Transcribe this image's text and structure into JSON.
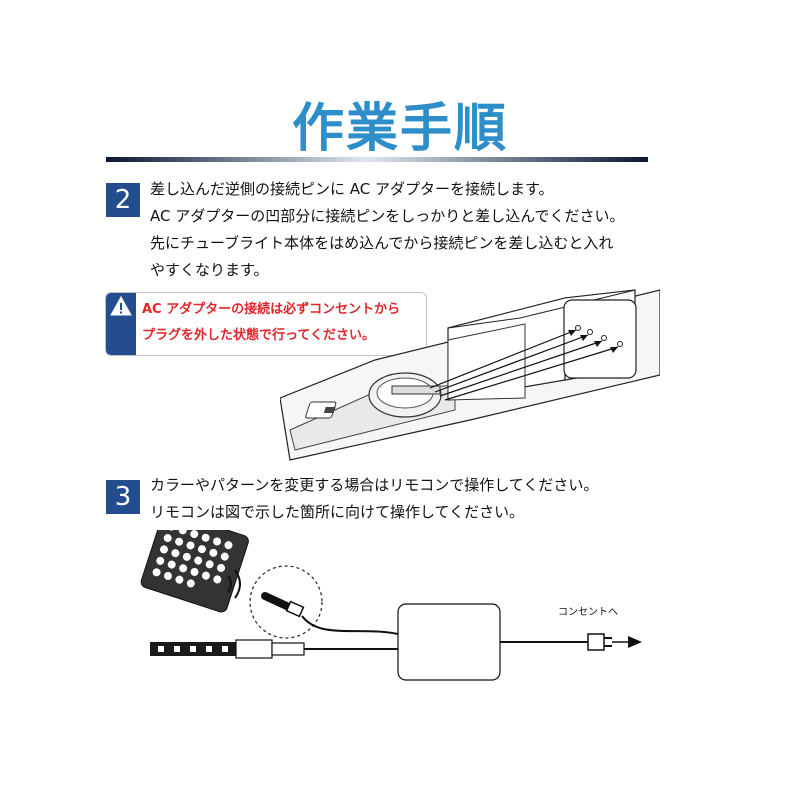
{
  "title": "作業手順",
  "step2": {
    "number": "2",
    "lines": [
      "差し込んだ逆側の接続ピンに AC アダプターを接続します。",
      "AC アダプターの凹部分に接続ピンをしっかりと差し込んでください。",
      "先にチューブライト本体をはめ込んでから接続ピンを差し込むと入れ",
      "やすくなります。"
    ]
  },
  "caution": {
    "icon": "warning-icon",
    "lines": [
      "AC アダプターの接続は必ずコンセントから",
      "プラグを外した状態で行ってください。"
    ]
  },
  "step3": {
    "number": "3",
    "lines": [
      "カラーやパターンを変更する場合はリモコンで操作してください。",
      "リモコンは図で示した箇所に向けて操作してください。"
    ]
  },
  "diagram": {
    "outlet_label": "コンセントへ"
  },
  "colors": {
    "title": "#2d8ec9",
    "badge": "#234d8c",
    "caution_text": "#e0282c"
  }
}
